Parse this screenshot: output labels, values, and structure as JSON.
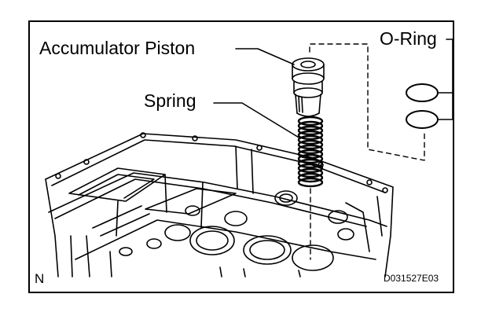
{
  "labels": {
    "accumulator_piston": "Accumulator Piston",
    "spring": "Spring",
    "o_ring": "O-Ring",
    "direction": "N",
    "figure_code": "D031527E03"
  },
  "colors": {
    "line": "#000000",
    "background": "#ffffff"
  }
}
